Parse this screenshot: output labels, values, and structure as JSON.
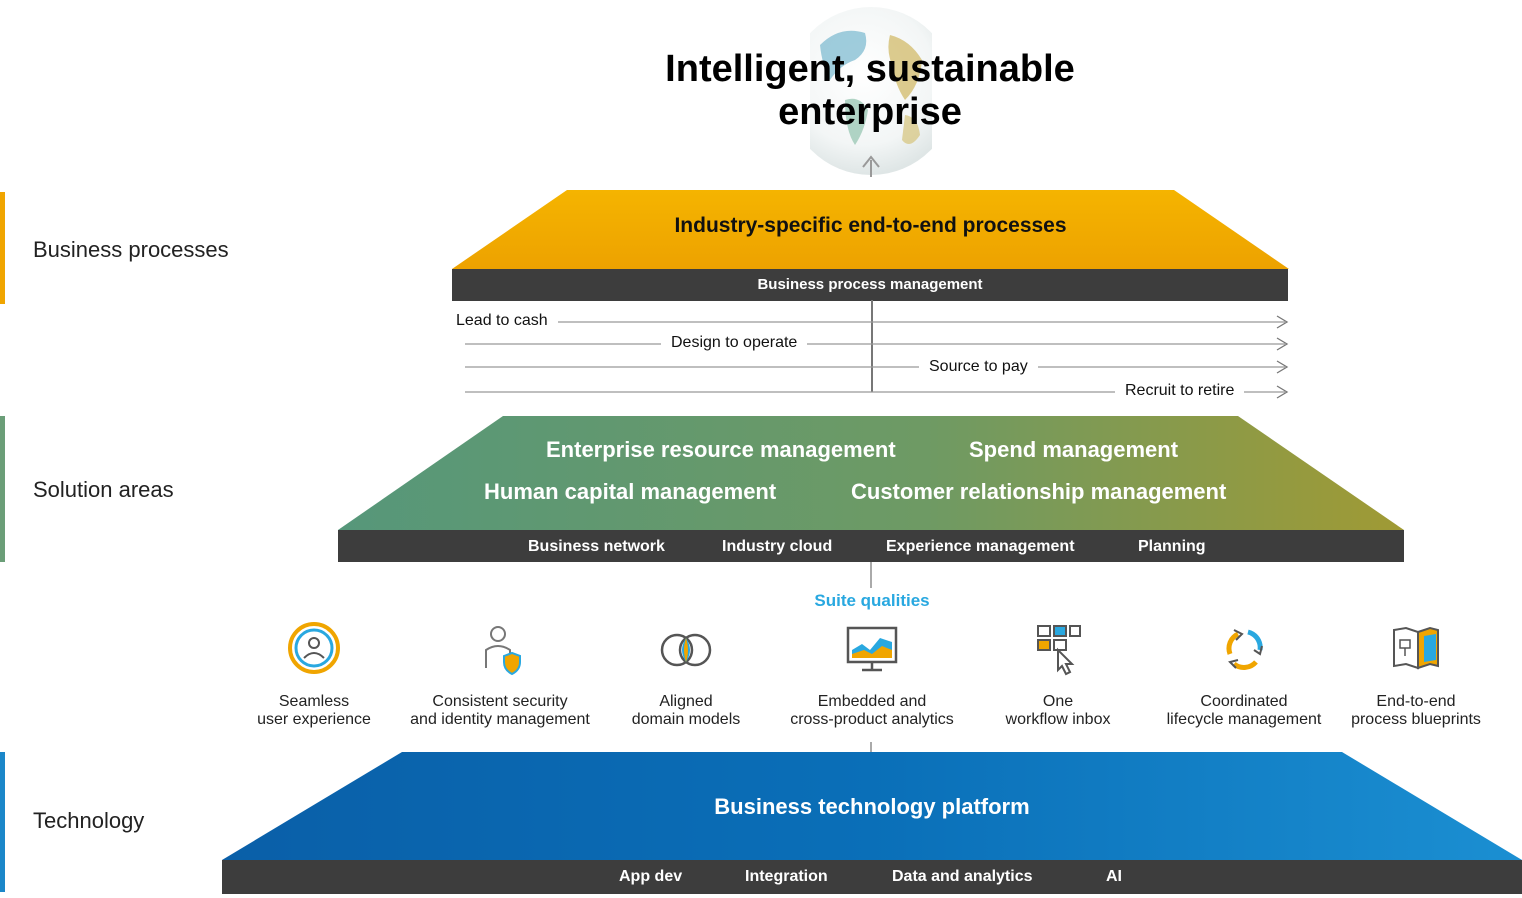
{
  "title": {
    "line1": "Intelligent, sustainable",
    "line2": "enterprise"
  },
  "layers": {
    "business_processes": {
      "label": "Business processes",
      "color": "#f0a500"
    },
    "solution_areas": {
      "label": "Solution areas",
      "color": "#6b9e78"
    },
    "technology": {
      "label": "Technology",
      "color": "#1b87c9"
    }
  },
  "processes": {
    "heading": "Industry-specific end-to-end processes",
    "bar_label": "Business process management",
    "flows": [
      "Lead to cash",
      "Design to operate",
      "Source to pay",
      "Recruit to retire"
    ]
  },
  "solutions": {
    "row1": [
      "Enterprise resource management",
      "Spend management"
    ],
    "row2": [
      "Human capital management",
      "Customer relationship management"
    ],
    "bar_items": [
      "Business network",
      "Industry cloud",
      "Experience management",
      "Planning"
    ]
  },
  "suite_qualities": {
    "label": "Suite qualities",
    "items": [
      {
        "icon": "user-experience-icon",
        "line1": "Seamless",
        "line2": "user experience"
      },
      {
        "icon": "security-identity-icon",
        "line1": "Consistent security",
        "line2": "and identity management"
      },
      {
        "icon": "domain-models-icon",
        "line1": "Aligned",
        "line2": "domain models"
      },
      {
        "icon": "analytics-icon",
        "line1": "Embedded and",
        "line2": "cross-product analytics"
      },
      {
        "icon": "workflow-inbox-icon",
        "line1": "One",
        "line2": "workflow inbox"
      },
      {
        "icon": "lifecycle-icon",
        "line1": "Coordinated",
        "line2": "lifecycle management"
      },
      {
        "icon": "blueprints-icon",
        "line1": "End-to-end",
        "line2": "process blueprints"
      }
    ]
  },
  "technology": {
    "heading": "Business technology platform",
    "bar_items": [
      "App dev",
      "Integration",
      "Data and analytics",
      "AI"
    ]
  },
  "colors": {
    "orange": "#f0a500",
    "green": "#5e9a72",
    "olive": "#9a9a3c",
    "blue": "#0a6fb8",
    "dark_bar": "#3d3d3d",
    "suite_blue": "#29a8e0"
  }
}
